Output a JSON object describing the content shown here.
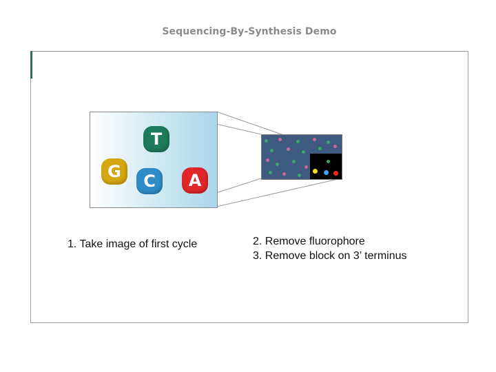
{
  "title": "Sequencing-By-Synthesis Demo",
  "bases": [
    {
      "letter": "T",
      "color": "#1e7a5c"
    },
    {
      "letter": "G",
      "color": "#d4a713"
    },
    {
      "letter": "C",
      "color": "#2f8cc6"
    },
    {
      "letter": "A",
      "color": "#e0262a"
    }
  ],
  "captions": {
    "step1": "1. Take image of first cycle",
    "step2": "2. Remove fluorophore",
    "step3": "3. Remove block on 3’ terminus"
  },
  "colors": {
    "flowcell_bg": "#3e5a80",
    "dot_green": "#3aa66a",
    "dot_pink": "#c86aa0",
    "dot_yellow": "#f0e020",
    "dot_blue": "#3fa0ff",
    "dot_red": "#ff2020"
  }
}
